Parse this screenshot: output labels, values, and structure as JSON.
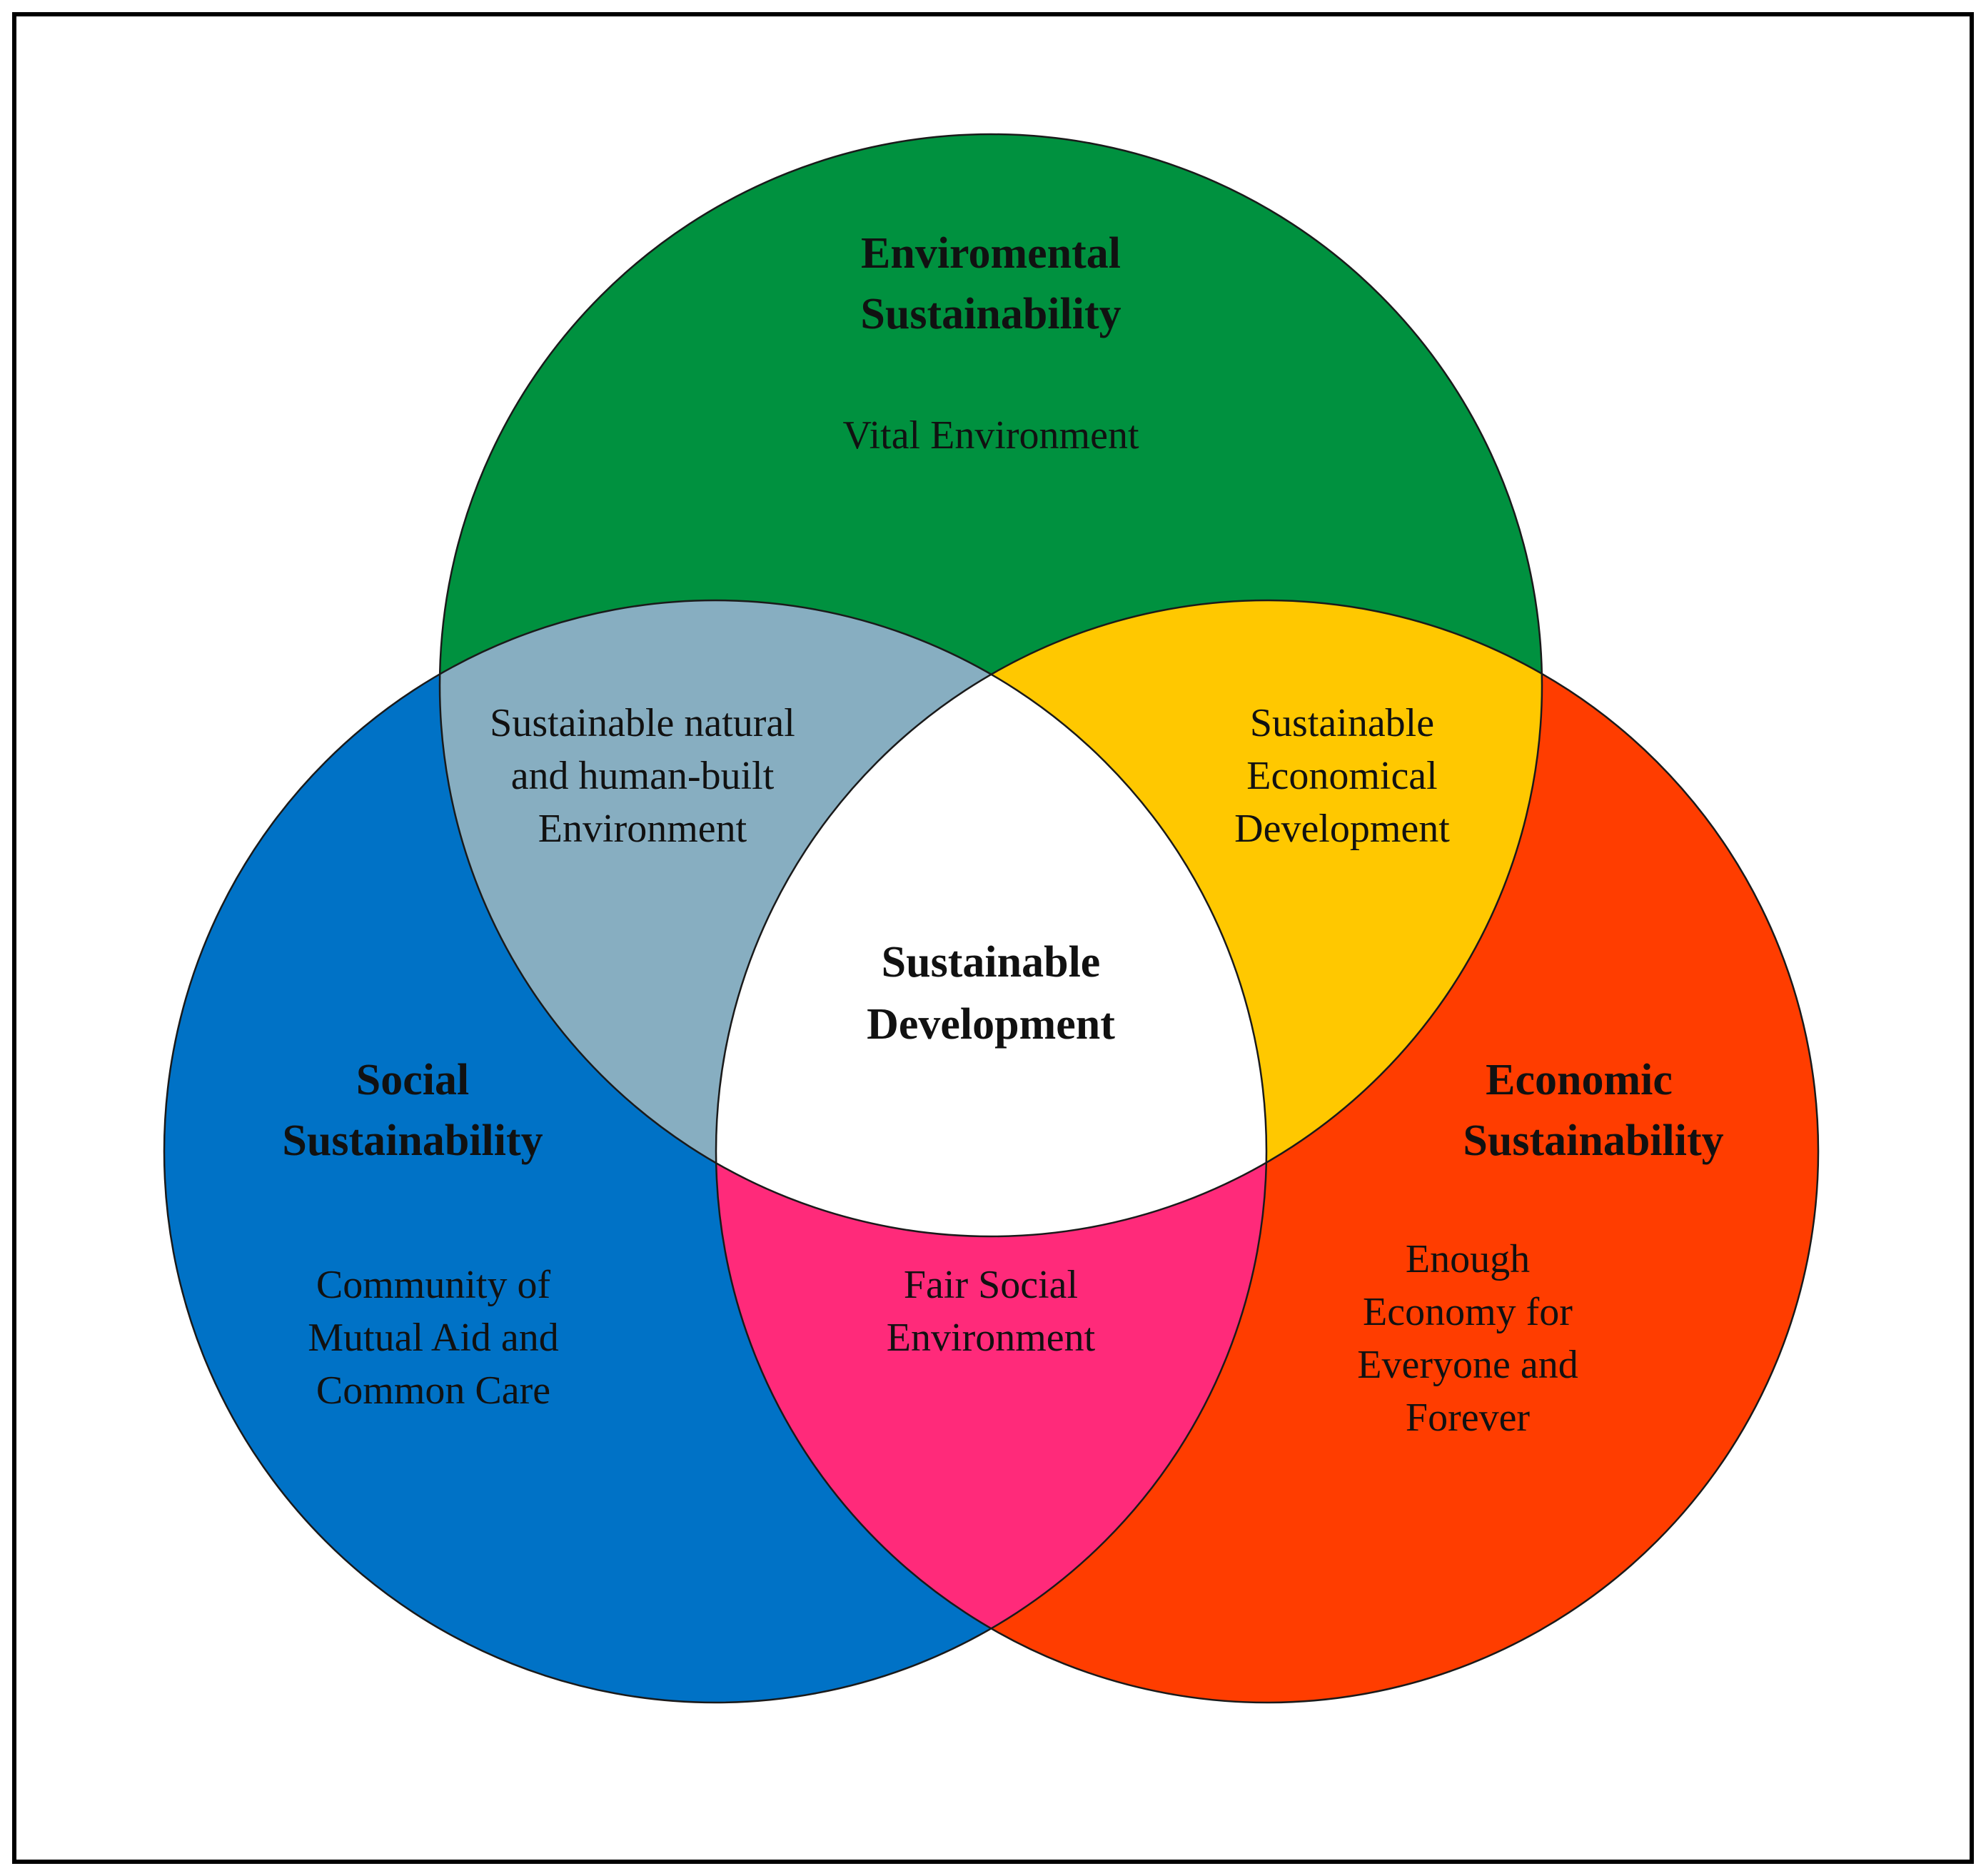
{
  "colors": {
    "environmental": "#00913F",
    "social": "#0072C6",
    "economic": "#FF3D00",
    "environmental_social": "#87AEC1",
    "environmental_economic": "#FFC800",
    "social_economic": "#FF2A7A",
    "center": "#FFFFFF"
  },
  "environmental": {
    "title_line1": "Enviromental",
    "title_line2": "Sustainability",
    "desc": "Vital Environment"
  },
  "social": {
    "title_line1": "Social",
    "title_line2": "Sustainability",
    "desc_line1": "Community of",
    "desc_line2": "Mutual Aid and",
    "desc_line3": "Common Care"
  },
  "economic": {
    "title_line1": "Economic",
    "title_line2": "Sustainability",
    "desc_line1": "Enough",
    "desc_line2": "Economy for",
    "desc_line3": "Everyone and",
    "desc_line4": "Forever"
  },
  "env_social": {
    "line1": "Sustainable natural",
    "line2": "and human-built",
    "line3": "Environment"
  },
  "env_economic": {
    "line1": "Sustainable",
    "line2": "Economical",
    "line3": "Development"
  },
  "social_economic": {
    "line1": "Fair Social",
    "line2": "Environment"
  },
  "center": {
    "line1": "Sustainable",
    "line2": "Development"
  }
}
